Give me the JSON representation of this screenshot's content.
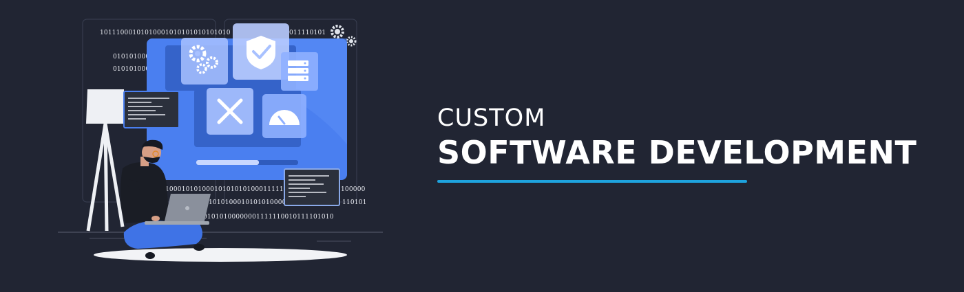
{
  "headline": {
    "line1": "CUSTOM",
    "line2": "SOFTWARE DEVELOPMENT"
  },
  "binary_text": {
    "top_left": "10111000101010001010101010101010",
    "top_right": "011110101",
    "left_1": "010101000",
    "left_2": "010101000",
    "bottom_1": "1000101010001010101010001111101",
    "bottom_1_right": "100000",
    "bottom_2": "10101000101010100000",
    "bottom_2_right": "110101",
    "bottom_3": "01010100000001111110010111101010"
  },
  "colors": {
    "background": "#212533",
    "accent_blue": "#4a7ff0",
    "underline": "#1ea3de",
    "text": "#ffffff"
  },
  "icons": [
    "gear-icon",
    "shield-check-icon",
    "server-icon",
    "tools-icon",
    "gauge-icon",
    "laptop-icon"
  ]
}
